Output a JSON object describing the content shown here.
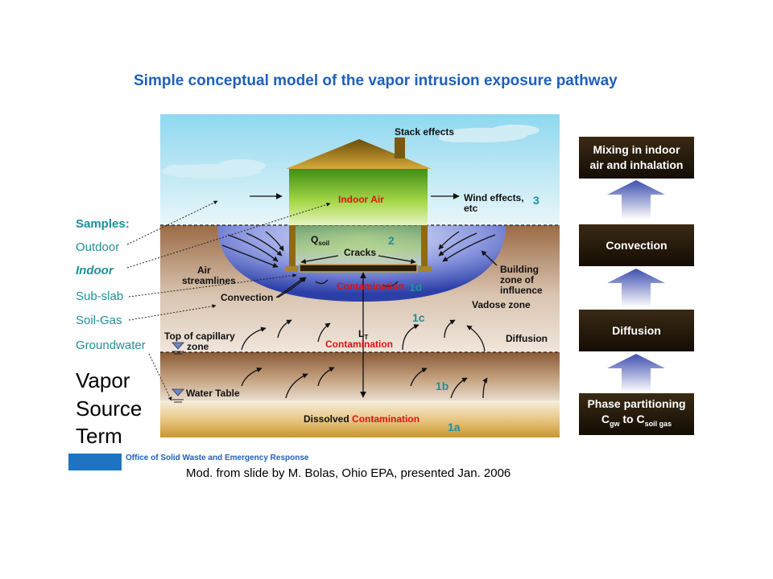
{
  "title": "Simple conceptual model of the vapor intrusion exposure pathway",
  "diagram_labels": {
    "stack_effects": "Stack effects",
    "indoor_air": "Indoor Air",
    "wind_effects_1": "Wind effects,",
    "wind_effects_2": "etc",
    "q_soil_q": "Q",
    "q_soil_sub": "soil",
    "cracks": "Cracks",
    "air_1": "Air",
    "air_2": "streamlines",
    "building_1": "Building",
    "building_2": "zone of",
    "building_3": "influence",
    "convection": "Convection",
    "contamination": "Contamination",
    "vadose_zone": "Vadose zone",
    "lt_l": "L",
    "lt_sub": "T",
    "diffusion": "Diffusion",
    "top_cap_1": "Top of capillary",
    "top_cap_2": "zone",
    "water_table": "Water Table",
    "dissolved": "Dissolved",
    "n3": "3",
    "n2": "2",
    "n1d": "1d",
    "n1c": "1c",
    "n1b": "1b",
    "n1a": "1a"
  },
  "samples": {
    "heading": "Samples:",
    "outdoor": "Outdoor",
    "indoor": "Indoor",
    "subslab": "Sub-slab",
    "soilgas": "Soil-Gas",
    "groundwater": "Groundwater"
  },
  "vapor_source": [
    "Vapor",
    "Source",
    "Term"
  ],
  "process_boxes": {
    "mixing_1": "Mixing in indoor",
    "mixing_2": "air and inhalation",
    "convection": "Convection",
    "diffusion": "Diffusion",
    "phase_1": "Phase partitioning",
    "phase_c1": "C",
    "phase_gw": "gw",
    "phase_to": " to C",
    "phase_sg": "soil gas"
  },
  "footer": {
    "office": "Office of Solid Waste and Emergency Response",
    "mod": "Mod. from slide by M. Bolas, Ohio EPA, presented Jan. 2006"
  },
  "colors": {
    "title": "#1f60b8",
    "sample_text": "#1f8f98",
    "contamination": "#e01010",
    "box_bg": "#2a1c0a"
  }
}
